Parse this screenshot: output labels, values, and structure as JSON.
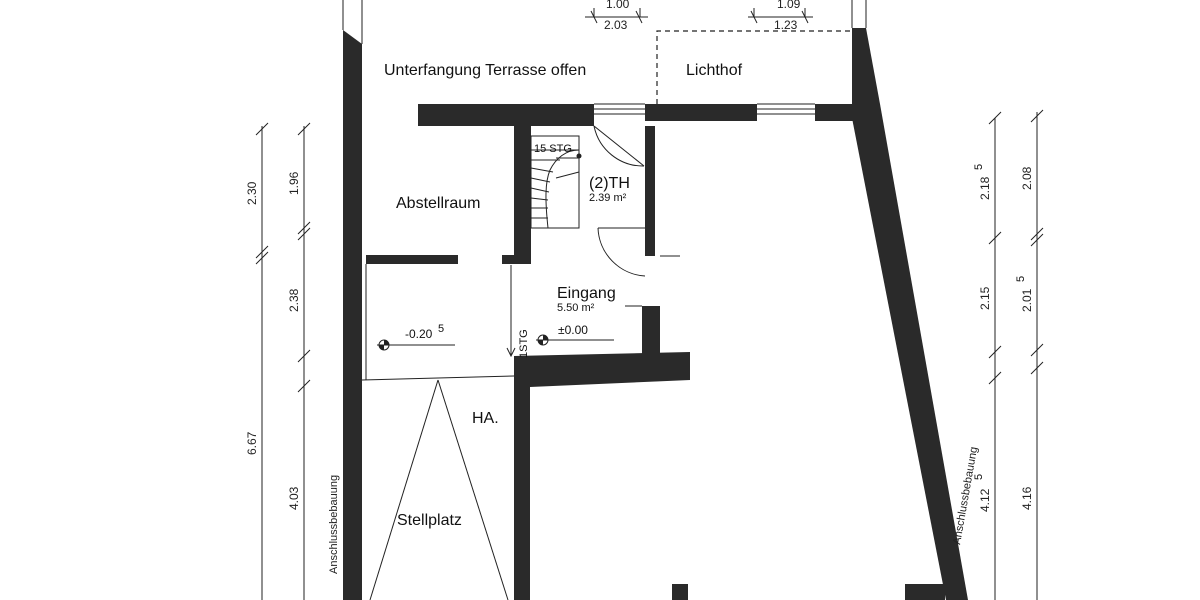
{
  "rooms": {
    "terrace": "Unterfangung Terrasse offen",
    "courtyard": "Lichthof",
    "storage": "Abstellraum",
    "stairwell": "(2)TH",
    "stairwell_area": "2.39 m²",
    "entrance": "Eingang",
    "entrance_area": "5.50 m²",
    "ha": "HA.",
    "parking": "Stellplatz"
  },
  "stairs": {
    "main_steps": "15 STG",
    "entry_step": "1STG"
  },
  "levels": {
    "storage_level": "-0.20",
    "storage_level_sup": "5",
    "entrance_level": "±0.00"
  },
  "top_dims": {
    "left_upper": "1.00",
    "left_lower": "2.03",
    "right_upper": "1.09",
    "right_lower": "1.23"
  },
  "left_dims": {
    "outer_1": "2.30",
    "outer_2": "6.67",
    "inner_1": "1.96",
    "inner_2": "2.38",
    "inner_3": "4.03"
  },
  "right_dims": {
    "inner_1": "2.18",
    "inner_1_sup": "5",
    "inner_2": "2.15",
    "inner_3": "4.12",
    "inner_3_sup": "5",
    "outer_1": "2.08",
    "outer_2": "2.01",
    "outer_2_sup": "5",
    "outer_3": "4.16"
  },
  "neighbors": {
    "left": "Anschlussbebauung",
    "right": "Anschlussbebauung"
  }
}
